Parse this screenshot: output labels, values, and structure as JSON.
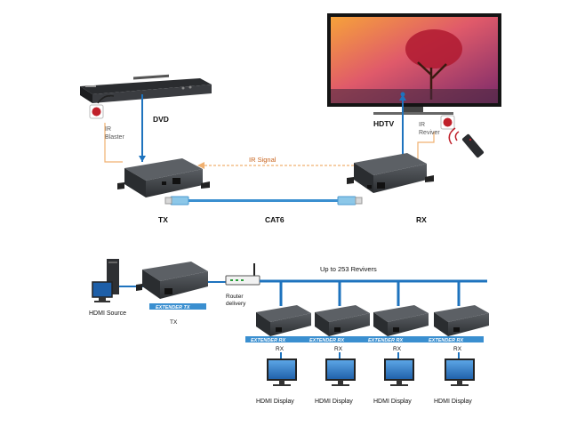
{
  "top": {
    "dvd_label": "DVD",
    "hdtv_label": "HDTV",
    "ir_blaster_label": "IR\nBlaster",
    "ir_reviver_label": "IR\nReviver",
    "ir_signal_label": "IR Signal",
    "tx_label": "TX",
    "cat6_label": "CAT6",
    "rx_label": "RX"
  },
  "bottom": {
    "hdmi_source_label": "HDMI Source",
    "tx_label": "TX",
    "router_label": "Router\ndelivery",
    "up_to_label": "Up to 253 Revivers",
    "extender_tx_label": "EXTENDER TX",
    "extender_rx_label": "EXTENDER RX",
    "receivers": [
      {
        "rx_label": "RX",
        "display_label": "HDMI Display"
      },
      {
        "rx_label": "RX",
        "display_label": "HDMI Display"
      },
      {
        "rx_label": "RX",
        "display_label": "HDMI Display"
      },
      {
        "rx_label": "RX",
        "display_label": "HDMI Display"
      }
    ]
  },
  "colors": {
    "cable_blue": "#1e73be",
    "ir_signal_orange": "#f0b070",
    "device_dark": "#3a3d40",
    "ir_red": "#c0202a"
  }
}
